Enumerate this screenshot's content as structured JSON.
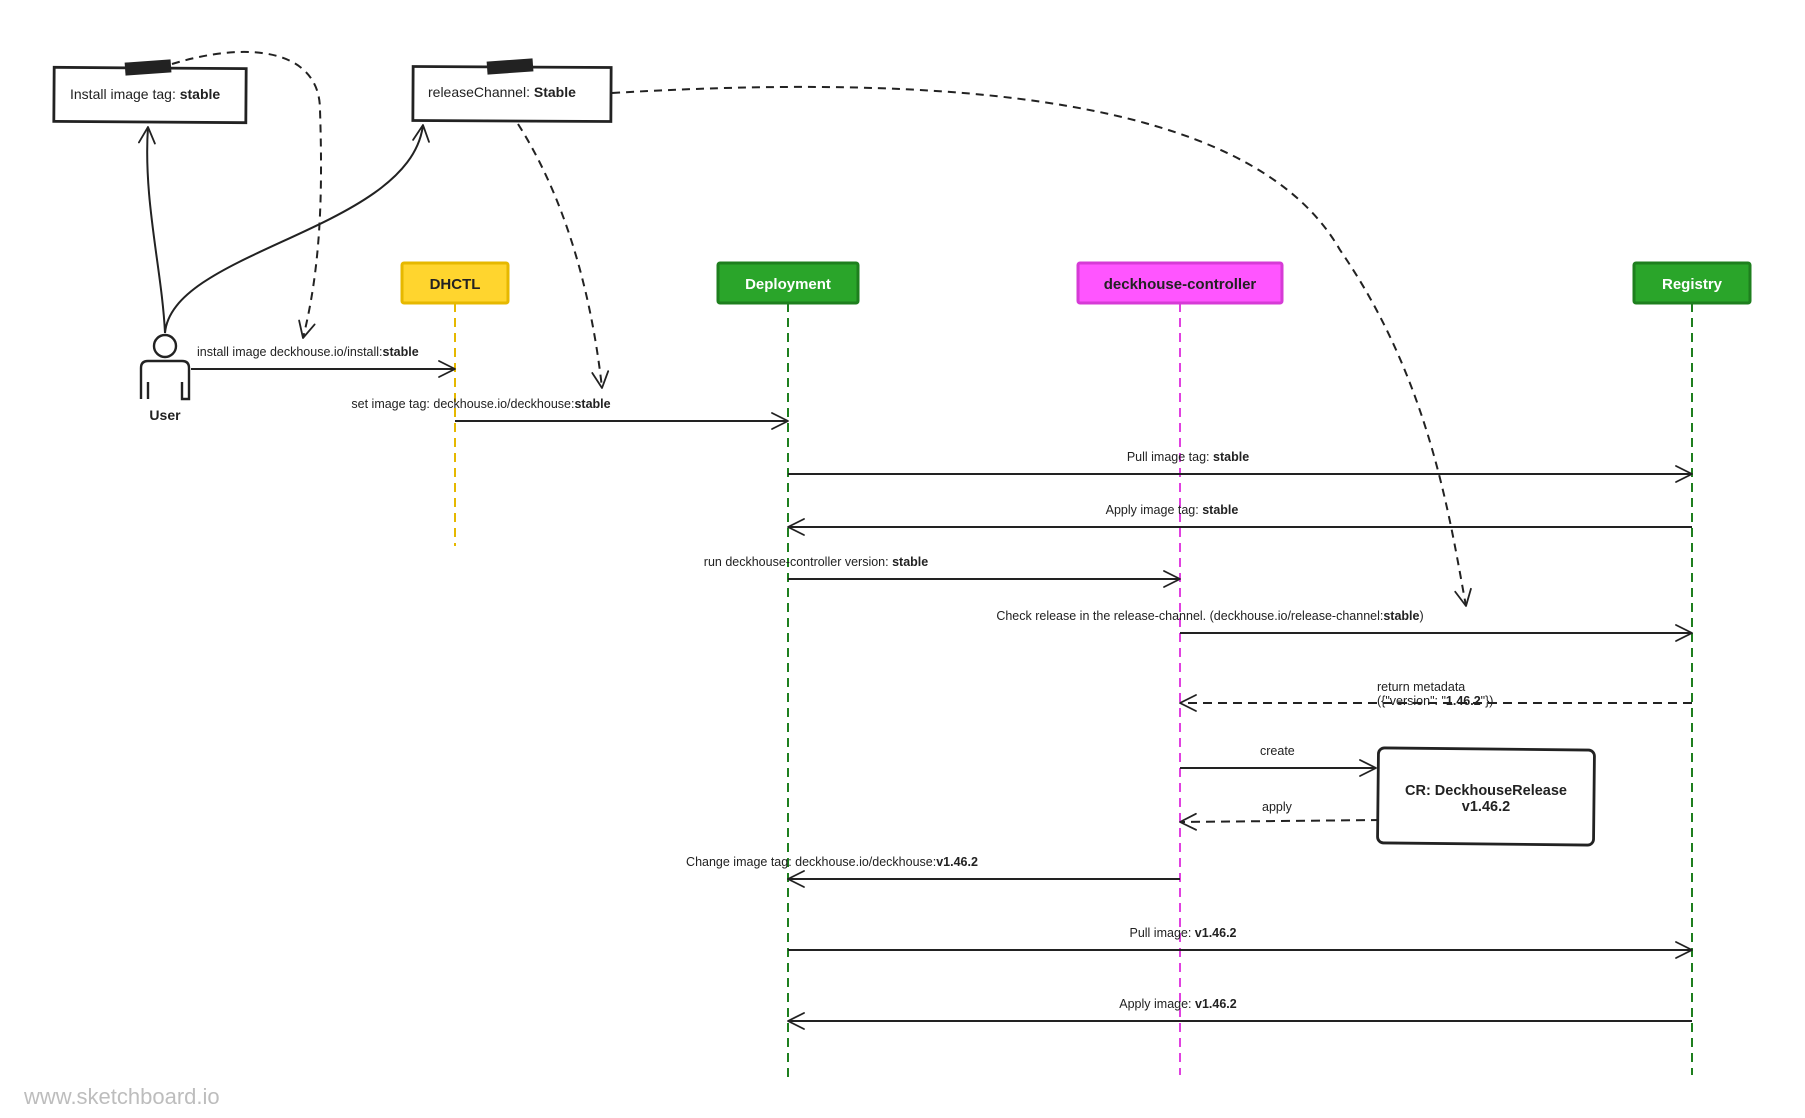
{
  "notes": {
    "install_tag": {
      "prefix": "Install image tag: ",
      "value": "stable"
    },
    "release_channel": {
      "prefix": "releaseChannel: ",
      "value": "Stable"
    }
  },
  "actor": {
    "label": "User"
  },
  "lifelines": [
    {
      "id": "dhctl",
      "label": "DHCTL",
      "fill": "#FFD52E",
      "stroke": "#E6B800",
      "text": "#222222",
      "line": "#E6B800"
    },
    {
      "id": "deployment",
      "label": "Deployment",
      "fill": "#2AA52A",
      "stroke": "#1E7F1E",
      "text": "#FFFFFF",
      "line": "#1E7F1E"
    },
    {
      "id": "controller",
      "label": "deckhouse-controller",
      "fill": "#FF55FF",
      "stroke": "#D63BD6",
      "text": "#222222",
      "line": "#E040E0"
    },
    {
      "id": "registry",
      "label": "Registry",
      "fill": "#2AA52A",
      "stroke": "#1E7F1E",
      "text": "#FFFFFF",
      "line": "#1E7F1E"
    }
  ],
  "messages": [
    {
      "from": "user",
      "to": "dhctl",
      "prefix": "install image deckhouse.io/install:",
      "bold": "stable",
      "suffix": "",
      "dashed": false
    },
    {
      "from": "dhctl",
      "to": "deployment",
      "prefix": "set image tag: deckhouse.io/deckhouse:",
      "bold": "stable",
      "suffix": "",
      "dashed": false
    },
    {
      "from": "deployment",
      "to": "registry",
      "prefix": "Pull image tag: ",
      "bold": "stable",
      "suffix": "",
      "dashed": false
    },
    {
      "from": "registry",
      "to": "deployment",
      "prefix": "Apply image tag: ",
      "bold": "stable",
      "suffix": "",
      "dashed": false
    },
    {
      "from": "deployment",
      "to": "controller",
      "prefix": "run deckhouse-controller version: ",
      "bold": "stable",
      "suffix": "",
      "dashed": false
    },
    {
      "from": "controller",
      "to": "registry",
      "prefix": "Check release in the release-channel. (deckhouse.io/release-channel:",
      "bold": "stable",
      "suffix": ")",
      "dashed": false
    },
    {
      "from": "registry",
      "to": "controller",
      "line1": "return metadata",
      "prefix": "({\"version\": \"",
      "bold": "1.46.2",
      "suffix": "\"})",
      "dashed": true
    },
    {
      "from": "controller",
      "to": "cr",
      "prefix": "create",
      "bold": "",
      "suffix": "",
      "dashed": false
    },
    {
      "from": "cr",
      "to": "controller",
      "prefix": "apply",
      "bold": "",
      "suffix": "",
      "dashed": true
    },
    {
      "from": "controller",
      "to": "deployment",
      "prefix": "Change image tag: deckhouse.io/deckhouse:",
      "bold": "v1.46.2",
      "suffix": "",
      "dashed": false
    },
    {
      "from": "deployment",
      "to": "registry",
      "prefix": "Pull image: ",
      "bold": "v1.46.2",
      "suffix": "",
      "dashed": false
    },
    {
      "from": "registry",
      "to": "deployment",
      "prefix": "Apply image: ",
      "bold": "v1.46.2",
      "suffix": "",
      "dashed": false
    }
  ],
  "cr_box": {
    "line1": "CR: DeckhouseRelease",
    "line2": "v1.46.2"
  },
  "watermark": "www.sketchboard.io"
}
